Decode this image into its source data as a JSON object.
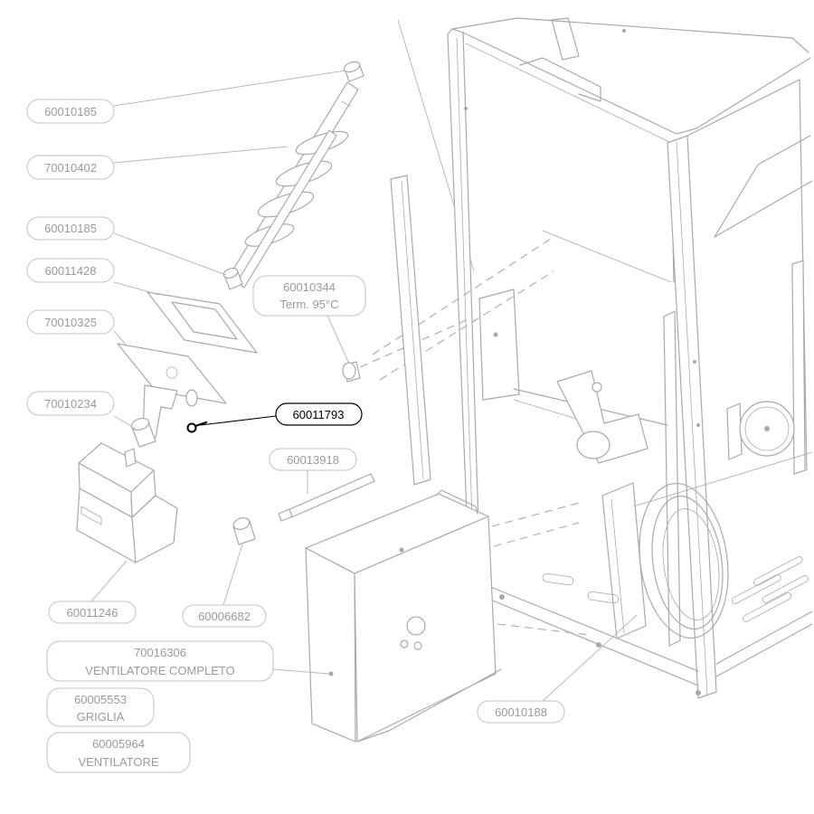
{
  "colors": {
    "line": "#a9a9a9",
    "callout_text": "#9a9a9a",
    "highlight": "#000000",
    "background": "#ffffff"
  },
  "callouts": [
    {
      "code": "60010185"
    },
    {
      "code": "70010402"
    },
    {
      "code": "60010185"
    },
    {
      "code": "60011428"
    },
    {
      "code": "70010325"
    },
    {
      "code": "70010234"
    },
    {
      "code": "60011793",
      "selected": true
    },
    {
      "code": "60010344",
      "desc": "Term. 95°C"
    },
    {
      "code": "60013918"
    },
    {
      "code": "60011246"
    },
    {
      "code": "60006682"
    },
    {
      "code": "70016306",
      "desc": "VENTILATORE COMPLETO"
    },
    {
      "code": "60005553",
      "desc": "GRIGLIA"
    },
    {
      "code": "60005964",
      "desc": "VENTILATORE"
    },
    {
      "code": "60010188"
    }
  ]
}
